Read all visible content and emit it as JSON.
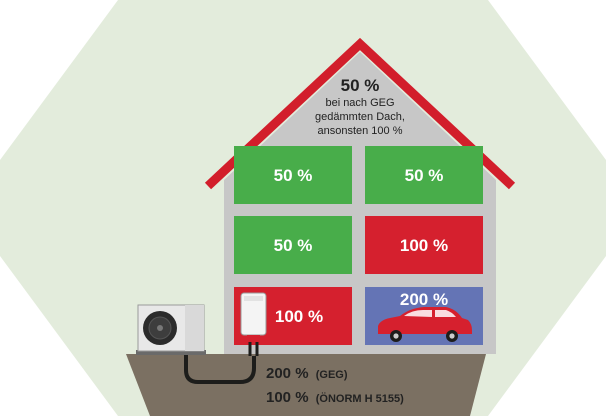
{
  "colors": {
    "background_hexagon": "#e3ecdc",
    "ground": "#7b7062",
    "house_wall": "#c7c7c7",
    "roof_line": "#d21e2b",
    "green_room": "#48ad4a",
    "red_room": "#d5202e",
    "blue_room": "#6474b5",
    "car": "#d6202e",
    "pipe": "#1d1d1b"
  },
  "roof": {
    "percent": "50 %",
    "line1": "bei nach GEG",
    "line2": "gedämmten Dach,",
    "line3": "ansonsten 100 %"
  },
  "rooms": {
    "top_left": "50 %",
    "top_right": "50 %",
    "middle_left": "50 %",
    "middle_right": "100 %",
    "bottom_left": "100 %",
    "garage": "200 %"
  },
  "ground": {
    "line1_value": "200 %",
    "line1_note": "(GEG)",
    "line2_value": "100 %",
    "line2_note": "(ÖNORM H 5155)"
  },
  "icons": {
    "outdoor_unit": "heat-pump-outdoor-unit-icon",
    "indoor_unit": "heat-pump-indoor-unit-icon",
    "car": "car-icon"
  }
}
